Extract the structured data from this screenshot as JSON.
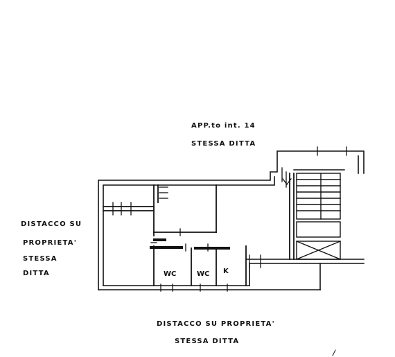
{
  "labels": {
    "top_line1": "APP.to int. 14",
    "top_line2": "STESSA DITTA",
    "left_line1": "DISTACCO SU",
    "left_line2": "PROPRIETA'",
    "left_line3": "STESSA",
    "left_line4": "DITTA",
    "bottom_line1": "DISTACCO SU PROPRIETA'",
    "bottom_line2": "STESSA DITTA",
    "room_wc1": "WC",
    "room_wc2": "WC",
    "room_k": "K"
  },
  "colors": {
    "ink": "#111111",
    "paper": "#ffffff"
  }
}
